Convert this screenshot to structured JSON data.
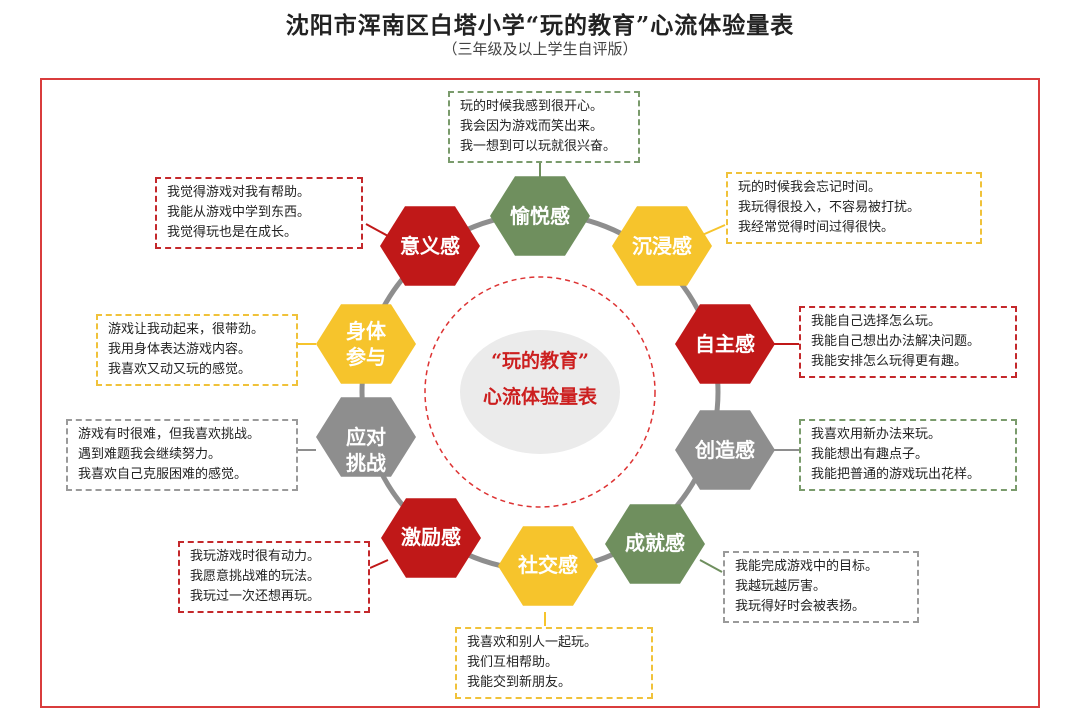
{
  "title": "沈阳市浑南区白塔小学“玩的教育”心流体验量表",
  "subtitle": "（三年级及以上学生自评版）",
  "center": {
    "line1": "“玩的教育”",
    "line2": "心流体验量表"
  },
  "colors": {
    "red": "#c01818",
    "green": "#6f8f5e",
    "yellow": "#f6c42c",
    "gray": "#8e8e8e",
    "frame": "#d93c3c"
  },
  "hexagons": [
    {
      "label": "愉悦感",
      "color": "green",
      "lines": [
        "玩的时候我感到很开心。",
        "我会因为游戏而笑出来。",
        "我一想到可以玩就很兴奋。"
      ]
    },
    {
      "label": "沉浸感",
      "color": "yellow",
      "lines": [
        "玩的时候我会忘记时间。",
        "我玩得很投入，不容易被打扰。",
        "我经常觉得时间过得很快。"
      ]
    },
    {
      "label": "自主感",
      "color": "red",
      "lines": [
        "我能自己选择怎么玩。",
        "我能自己想出办法解决问题。",
        "我能安排怎么玩得更有趣。"
      ]
    },
    {
      "label": "创造感",
      "color": "gray",
      "lines": [
        "我喜欢用新办法来玩。",
        "我能想出有趣点子。",
        "我能把普通的游戏玩出花样。"
      ]
    },
    {
      "label": "成就感",
      "color": "green",
      "lines": [
        "我能完成游戏中的目标。",
        "我越玩越厉害。",
        "我玩得好时会被表扬。"
      ]
    },
    {
      "label": "社交感",
      "color": "yellow",
      "lines": [
        "我喜欢和别人一起玩。",
        "我们互相帮助。",
        "我能交到新朋友。"
      ]
    },
    {
      "label": "激励感",
      "color": "red",
      "lines": [
        "我玩游戏时很有动力。",
        "我愿意挑战难的玩法。",
        "我玩过一次还想再玩。"
      ]
    },
    {
      "label_line1": "应对",
      "label_line2": "挑战",
      "color": "gray",
      "lines": [
        "游戏有时很难，但我喜欢挑战。",
        "遇到难题我会继续努力。",
        "我喜欢自己克服困难的感觉。"
      ]
    },
    {
      "label_line1": "身体",
      "label_line2": "参与",
      "color": "yellow",
      "lines": [
        "游戏让我动起来，很带劲。",
        "我用身体表达游戏内容。",
        "我喜欢又动又玩的感觉。"
      ]
    },
    {
      "label": "意义感",
      "color": "red",
      "lines": [
        "我觉得游戏对我有帮助。",
        "我能从游戏中学到东西。",
        "我觉得玩也是在成长。"
      ]
    }
  ]
}
